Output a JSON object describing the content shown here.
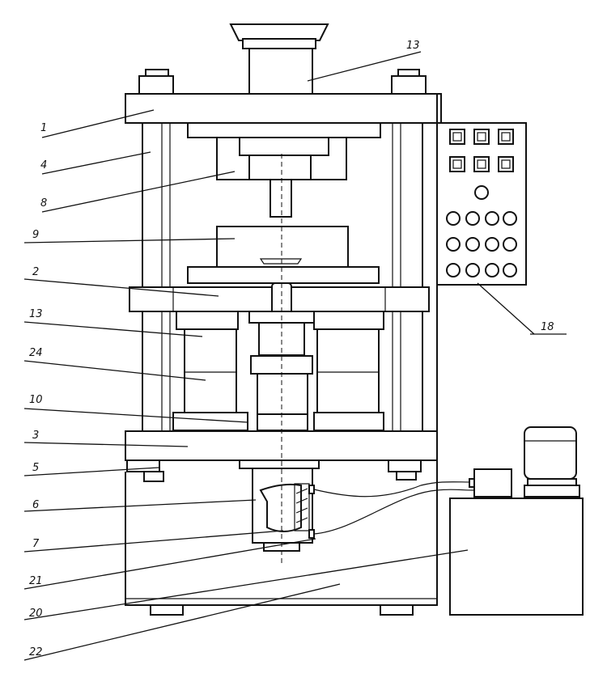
{
  "callouts": [
    {
      "id": "c1",
      "text": "1"
    },
    {
      "id": "c4",
      "text": "4"
    },
    {
      "id": "c8",
      "text": "8"
    },
    {
      "id": "c9",
      "text": "9"
    },
    {
      "id": "c2",
      "text": "2"
    },
    {
      "id": "c13b",
      "text": "13"
    },
    {
      "id": "c24",
      "text": "24"
    },
    {
      "id": "c10",
      "text": "10"
    },
    {
      "id": "c3",
      "text": "3"
    },
    {
      "id": "c5",
      "text": "5"
    },
    {
      "id": "c6",
      "text": "6"
    },
    {
      "id": "c7",
      "text": "7"
    },
    {
      "id": "c21",
      "text": "21"
    },
    {
      "id": "c20",
      "text": "20"
    },
    {
      "id": "c22",
      "text": "22"
    },
    {
      "id": "c13t",
      "text": "13"
    },
    {
      "id": "c18",
      "text": "18"
    }
  ]
}
